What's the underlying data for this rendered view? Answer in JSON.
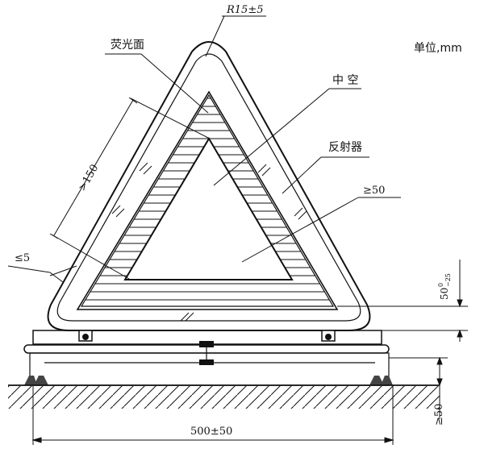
{
  "unit_label": "单位,mm",
  "labels": {
    "fluorescent": "荧光面",
    "radius": "R15±5",
    "hollow": "中 空",
    "reflector": "反射器",
    "width_min": "≥50",
    "edge_max": "≤5",
    "side_min": ">150",
    "height_tol_main": "50",
    "height_tol_sup": "0",
    "height_tol_sub": "−25",
    "ground_min": "≥50",
    "base_length": "500±50"
  },
  "colors": {
    "ink": "#111111",
    "paper": "#ffffff"
  }
}
